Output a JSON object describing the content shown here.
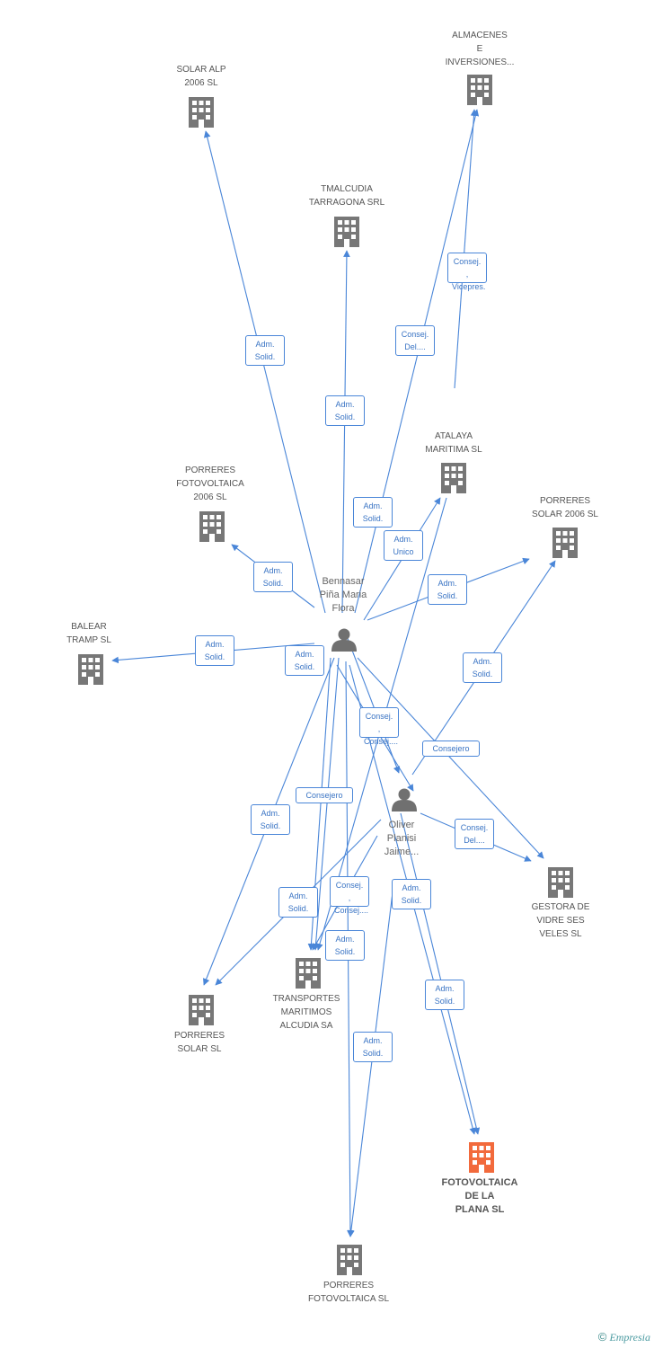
{
  "colors": {
    "edge": "#4a86d8",
    "building": "#777777",
    "building_main": "#f26a3c",
    "person": "#707070"
  },
  "companies": [
    {
      "id": "almacenes",
      "label": "ALMACENES\nE\nINVERSIONES...",
      "main": false
    },
    {
      "id": "solar_alp",
      "label": "SOLAR ALP\n2006 SL",
      "main": false
    },
    {
      "id": "tmalcudia",
      "label": "TMALCUDIA\nTARRAGONA SRL",
      "main": false
    },
    {
      "id": "atalaya",
      "label": "ATALAYA\nMARITIMA SL",
      "main": false
    },
    {
      "id": "porreres_fv2006",
      "label": "PORRERES\nFOTOVOLTAICA\n2006 SL",
      "main": false
    },
    {
      "id": "porreres_solar2006",
      "label": "PORRERES\nSOLAR 2006 SL",
      "main": false
    },
    {
      "id": "balear",
      "label": "BALEAR\nTRAMP SL",
      "main": false
    },
    {
      "id": "gestora",
      "label": "GESTORA DE\nVIDRE SES\nVELES SL",
      "main": false
    },
    {
      "id": "transportes",
      "label": "TRANSPORTES\nMARITIMOS\nALCUDIA SA",
      "main": false
    },
    {
      "id": "porreres_solar",
      "label": "PORRERES\nSOLAR SL",
      "main": false
    },
    {
      "id": "fotovoltaica_plana",
      "label": "FOTOVOLTAICA\nDE LA\nPLANA SL",
      "main": true
    },
    {
      "id": "porreres_fv",
      "label": "PORRERES\nFOTOVOLTAICA SL",
      "main": false
    }
  ],
  "persons": [
    {
      "id": "bennasar",
      "label": "Bennasar\nPiña Maria\nFlora"
    },
    {
      "id": "oliver",
      "label": "Oliver\nPlanisi\nJaime..."
    }
  ],
  "edge_labels": [
    {
      "id": "e1",
      "text": "Adm.\nSolid."
    },
    {
      "id": "e2",
      "text": "Adm.\nSolid."
    },
    {
      "id": "e3",
      "text": "Consej.\nDel...."
    },
    {
      "id": "e4",
      "text": "Consej. ,\nVicepres."
    },
    {
      "id": "e5",
      "text": "Adm.\nSolid."
    },
    {
      "id": "e6",
      "text": "Adm.\nUnico"
    },
    {
      "id": "e7",
      "text": "Adm.\nSolid."
    },
    {
      "id": "e8",
      "text": "Adm.\nSolid."
    },
    {
      "id": "e9",
      "text": "Adm.\nSolid."
    },
    {
      "id": "e10",
      "text": "Adm.\nSolid."
    },
    {
      "id": "e11",
      "text": "Adm.\nSolid."
    },
    {
      "id": "e12",
      "text": "Consej. ,\nConsej...."
    },
    {
      "id": "e13",
      "text": "Consejero"
    },
    {
      "id": "e14",
      "text": "Consejero"
    },
    {
      "id": "e15",
      "text": "Adm.\nSolid."
    },
    {
      "id": "e16",
      "text": "Consej.\nDel...."
    },
    {
      "id": "e17",
      "text": "Adm.\nSolid."
    },
    {
      "id": "e18",
      "text": "Consej. ,\nConsej...."
    },
    {
      "id": "e19",
      "text": "Adm.\nSolid."
    },
    {
      "id": "e20",
      "text": "Adm.\nSolid."
    },
    {
      "id": "e21",
      "text": "Adm.\nSolid."
    },
    {
      "id": "e22",
      "text": "Adm.\nSolid."
    }
  ],
  "footer": {
    "copyright": "©",
    "brand": "Empresia"
  }
}
